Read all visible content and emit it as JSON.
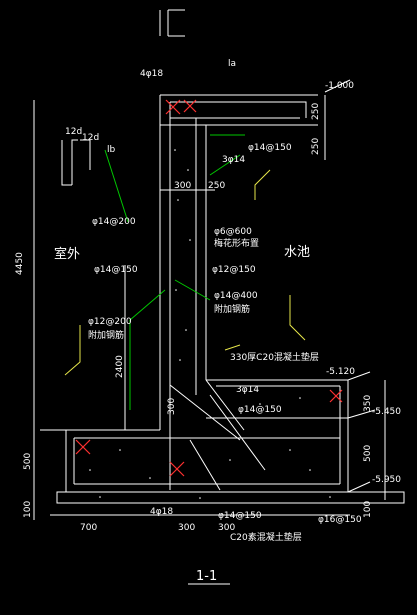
{
  "section_title": "1-1",
  "rooms": {
    "outside": "室外",
    "pool": "水池"
  },
  "elevations": [
    "-1.000",
    "-5.120",
    "-5.450",
    "-5.950"
  ],
  "top_labels": {
    "top_bar": "4φ18",
    "la": "la",
    "lb": "lb"
  },
  "hook_labels": {
    "d12_a": "12d",
    "d12_b": "12d"
  },
  "rebar_labels": {
    "r1": "φ14@150",
    "r2": "3φ14",
    "r3": "φ14@200",
    "r4": "φ6@600",
    "r4_note": "梅花形布置",
    "r5": "φ14@150",
    "r6": "φ12@150",
    "r7": "φ14@400",
    "r7_note": "附加钢筋",
    "r8": "φ12@200",
    "r8_note": "附加钢筋",
    "r9": "330厚C20混凝土垫层",
    "r10": "3φ14",
    "r11": "φ14@150",
    "bot1": "4φ18",
    "bot2": "φ14@150",
    "bot3": "φ16@150",
    "bot_note": "C20素混凝土垫层"
  },
  "dims_h": {
    "d300": "300",
    "d250": "250",
    "d700": "700",
    "d300b": "300",
    "d300c": "300"
  },
  "dims_v": {
    "total": "4450",
    "v250a": "250",
    "v250b": "250",
    "v2400": "2400",
    "v300": "300",
    "v500a": "500",
    "v100a": "100",
    "v350": "350",
    "v500b": "500",
    "v100b": "100"
  }
}
